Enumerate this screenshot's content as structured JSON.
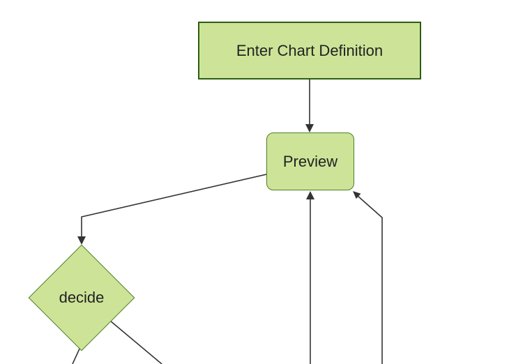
{
  "diagram": {
    "type": "flowchart",
    "orientation": "top-down",
    "background": "#ffffff",
    "nodes": [
      {
        "id": "enter-chart-definition",
        "label": "Enter Chart Definition",
        "shape": "rectangle"
      },
      {
        "id": "preview",
        "label": "Preview",
        "shape": "rounded-rectangle"
      },
      {
        "id": "decide",
        "label": "decide",
        "shape": "diamond"
      }
    ],
    "edges": [
      {
        "from": "enter-chart-definition",
        "to": "preview",
        "arrowhead": true
      },
      {
        "from": "preview",
        "to": "decide",
        "arrowhead": true
      },
      {
        "from": "offscreen-bottom-center",
        "to": "preview",
        "arrowhead": true
      },
      {
        "from": "offscreen-bottom-right",
        "to": "preview",
        "arrowhead": true
      },
      {
        "from": "decide",
        "to": "offscreen-bottom-left",
        "arrowhead": false
      },
      {
        "from": "decide",
        "to": "offscreen-bottom-right",
        "arrowhead": false
      }
    ],
    "colors": {
      "node_fill": "#cde498",
      "rectangle_border": "#2e5c14",
      "rounded_border": "#4e7d28",
      "edge_line": "#333333",
      "label_text": "#222222",
      "background": "#ffffff"
    }
  }
}
